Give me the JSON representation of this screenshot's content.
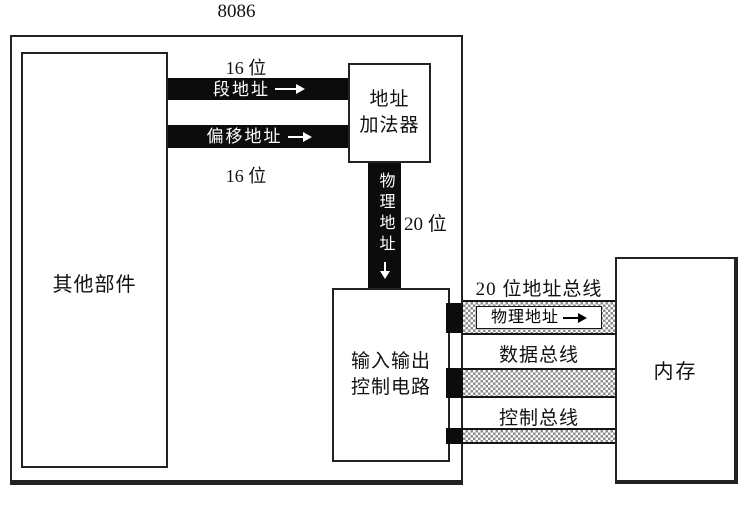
{
  "diagram": {
    "title": "8086",
    "cpu": {
      "other_components_label": "其他部件",
      "segment_bus": {
        "width_label": "16 位",
        "label": "段地址"
      },
      "offset_bus": {
        "width_label": "16 位",
        "label": "偏移地址"
      },
      "adder": {
        "line1": "地址",
        "line2": "加法器"
      },
      "physical_bus": {
        "label": "物理地址",
        "width_label": "20 位"
      },
      "io_circuit": {
        "line1": "输入输出",
        "line2": "控制电路"
      }
    },
    "system_buses": {
      "address_bus": {
        "title": "20 位地址总线",
        "tag_label": "物理地址"
      },
      "data_bus": {
        "title": "数据总线"
      },
      "control_bus": {
        "title": "控制总线"
      }
    },
    "memory_label": "内存",
    "colors": {
      "line": "#222222",
      "bar_fill": "#0c0c0c",
      "bar_text": "#ffffff",
      "hatch_gray": "#8d8d8d",
      "background": "#ffffff"
    }
  }
}
